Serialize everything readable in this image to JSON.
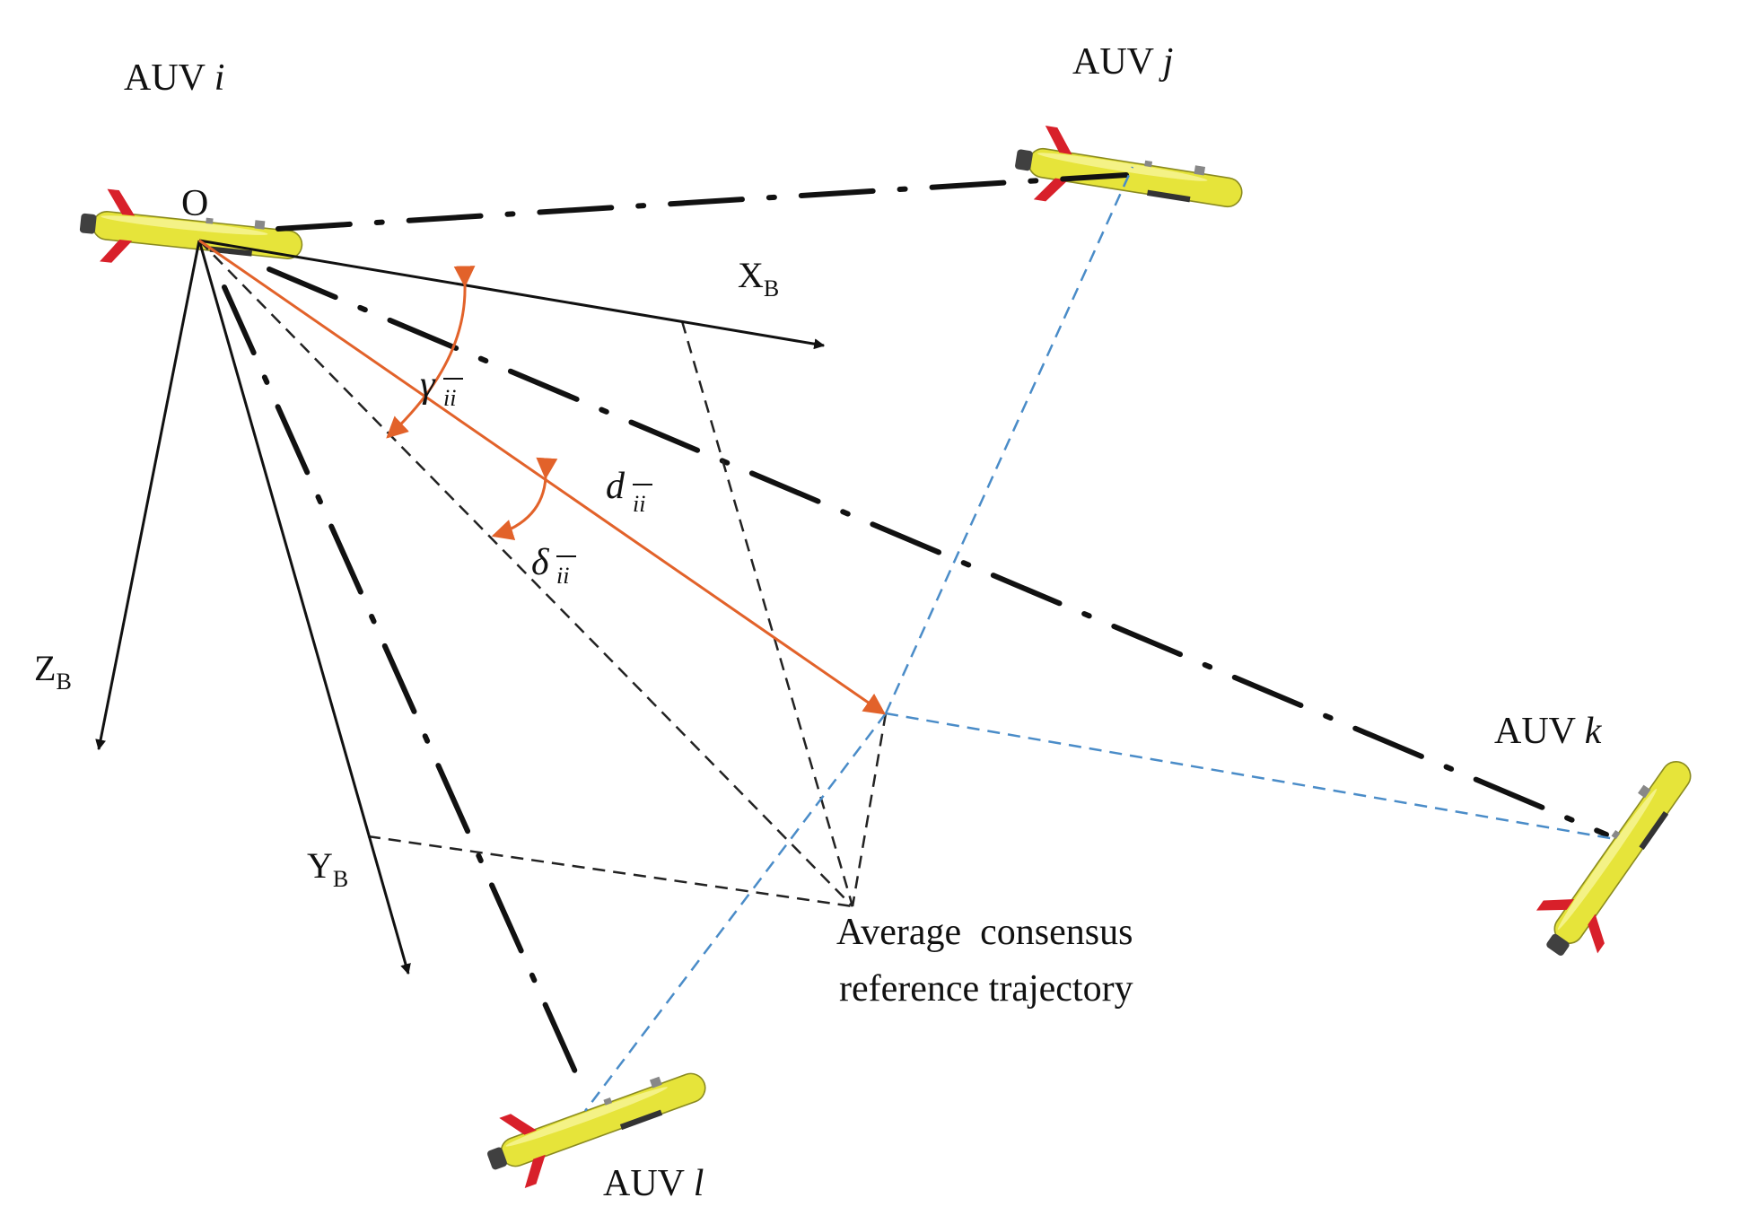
{
  "labels": {
    "auv_i": {
      "prefix": "AUV ",
      "var": "i"
    },
    "auv_j": {
      "prefix": "AUV ",
      "var": "j"
    },
    "auv_k": {
      "prefix": "AUV ",
      "var": "k"
    },
    "auv_l": {
      "prefix": "AUV ",
      "var": "l"
    },
    "origin": "O",
    "xb": {
      "base": "X",
      "sub": "B"
    },
    "yb": {
      "base": "Y",
      "sub": "B"
    },
    "zb": {
      "base": "Z",
      "sub": "B"
    },
    "gamma": {
      "symbol": "γ",
      "sub": "ii"
    },
    "delta": {
      "symbol": "δ",
      "sub": "ii"
    },
    "distance": {
      "symbol": "d",
      "sub": "ii"
    },
    "reference": {
      "line1": "Average  consensus",
      "line2": "reference trajectory"
    }
  },
  "colors": {
    "axis": "#111111",
    "orange": "#e2622a",
    "blue": "#4a8cc8",
    "auv_body": "#e6e43a",
    "auv_fin": "#d8202a",
    "auv_dark": "#404040"
  },
  "icons": {
    "auv": "auv-vehicle-icon"
  }
}
